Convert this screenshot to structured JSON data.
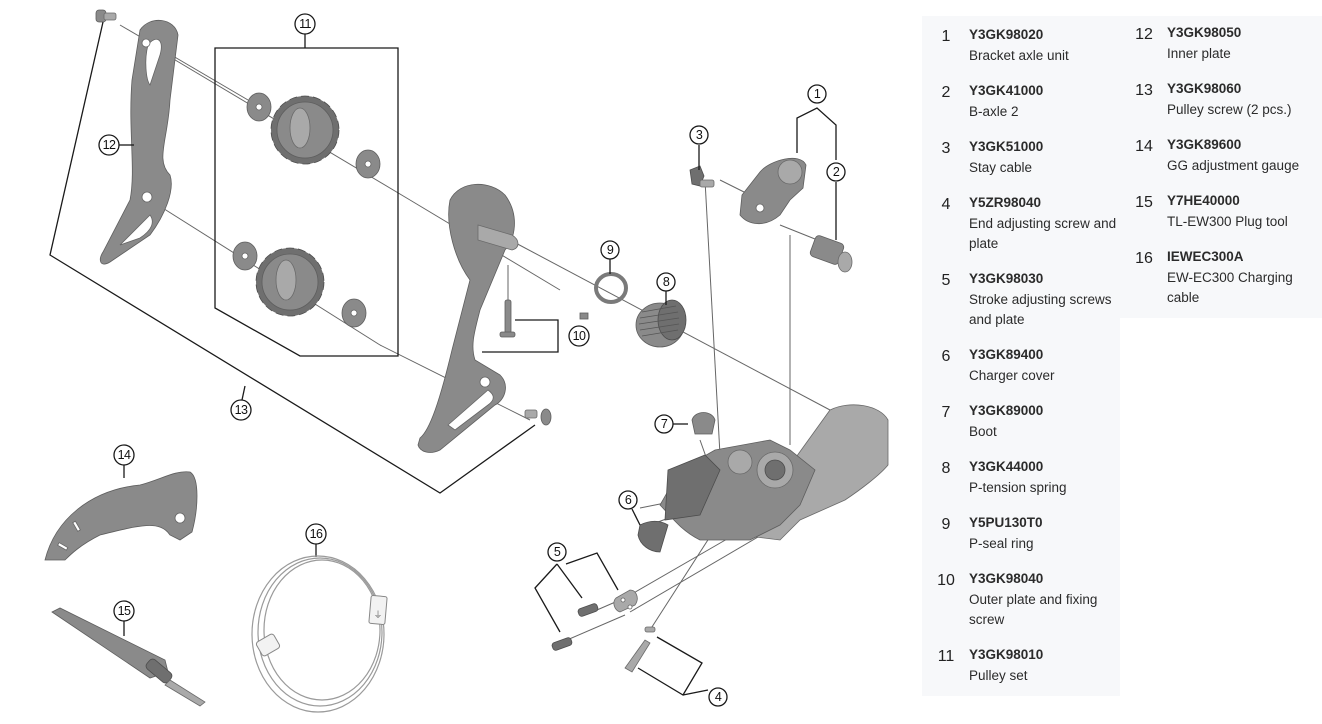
{
  "diagram": {
    "title": "Rear derailleur exploded parts diagram",
    "callouts": [
      "1",
      "2",
      "3",
      "4",
      "5",
      "6",
      "7",
      "8",
      "9",
      "10",
      "11",
      "12",
      "13",
      "14",
      "15",
      "16"
    ]
  },
  "parts_list": [
    {
      "num": "1",
      "code": "Y3GK98020",
      "desc": "Bracket axle unit"
    },
    {
      "num": "2",
      "code": "Y3GK41000",
      "desc": "B-axle 2"
    },
    {
      "num": "3",
      "code": "Y3GK51000",
      "desc": "Stay cable"
    },
    {
      "num": "4",
      "code": "Y5ZR98040",
      "desc": "End adjusting screw and plate"
    },
    {
      "num": "5",
      "code": "Y3GK98030",
      "desc": "Stroke adjusting screws and plate"
    },
    {
      "num": "6",
      "code": "Y3GK89400",
      "desc": "Charger cover"
    },
    {
      "num": "7",
      "code": "Y3GK89000",
      "desc": "Boot"
    },
    {
      "num": "8",
      "code": "Y3GK44000",
      "desc": "P-tension spring"
    },
    {
      "num": "9",
      "code": "Y5PU130T0",
      "desc": "P-seal ring"
    },
    {
      "num": "10",
      "code": "Y3GK98040",
      "desc": "Outer plate and fixing screw"
    },
    {
      "num": "11",
      "code": "Y3GK98010",
      "desc": "Pulley set"
    },
    {
      "num": "12",
      "code": "Y3GK98050",
      "desc": "Inner plate"
    },
    {
      "num": "13",
      "code": "Y3GK98060",
      "desc": "Pulley screw (2 pcs.)"
    },
    {
      "num": "14",
      "code": "Y3GK89600",
      "desc": "GG adjustment gauge"
    },
    {
      "num": "15",
      "code": "Y7HE40000",
      "desc": "TL-EW300 Plug tool"
    },
    {
      "num": "16",
      "code": "IEWEC300A",
      "desc": "EW-EC300 Charging cable"
    }
  ],
  "colors": {
    "panel_bg": "#f7f8fa",
    "part_gray": "#8a8a8a",
    "text": "#2b2b2b"
  }
}
